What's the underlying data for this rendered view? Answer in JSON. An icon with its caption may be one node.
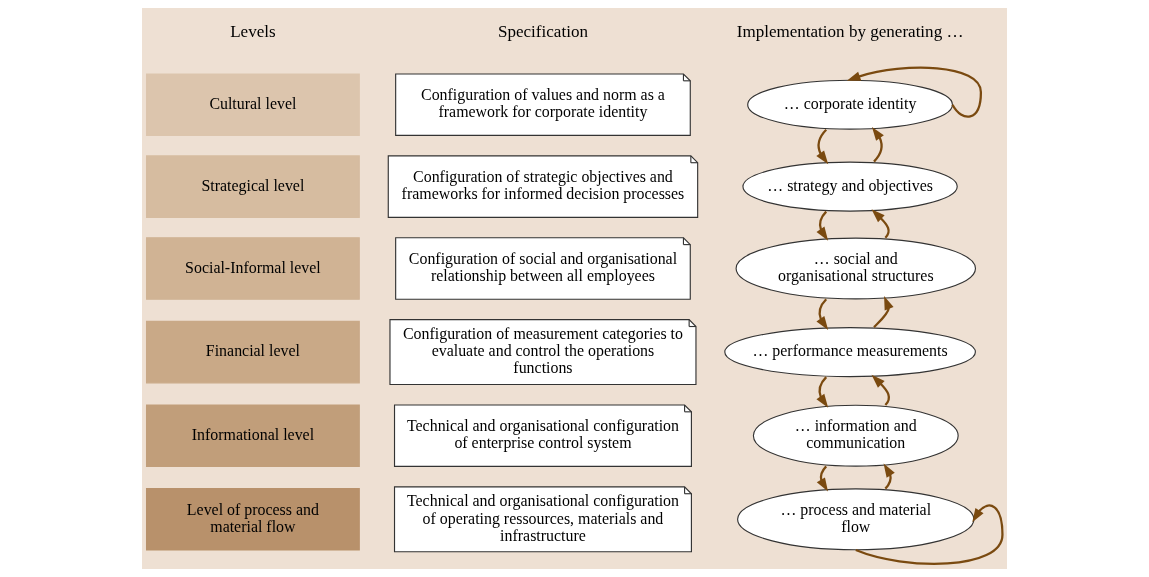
{
  "diagram": {
    "nodes": [
      {
        "text": [
          "Cultural level"
        ]
      },
      {
        "text": [
          "Configuration of values and norm as a framework for corporate identity"
        ]
      },
      {
        "text": [
          "… corporate identity"
        ]
      },
      {
        "text": [
          "Strategical level"
        ]
      },
      {
        "text": [
          "Configuration of strategic objectives and frameworks for informed decision processes"
        ]
      },
      {
        "text": [
          "… strategy and objectives"
        ]
      },
      {
        "text": [
          "Social-Informal level"
        ]
      },
      {
        "text": [
          "Configuration of social and organisational relationship between all employees"
        ]
      },
      {
        "text": [
          "… social and organisational structures"
        ]
      },
      {
        "text": [
          "Financial level"
        ]
      },
      {
        "text": [
          "Configuration of measurement categories to evaluate and control the operations functions"
        ]
      },
      {
        "text": [
          "… performance measurements"
        ]
      },
      {
        "text": [
          "Informational level"
        ]
      },
      {
        "text": [
          "Technical and organisational configuration of enterprise control system"
        ]
      },
      {
        "text": [
          "… information and communication"
        ]
      },
      {
        "text": [
          "Level of process and material flow"
        ]
      },
      {
        "text": [
          "Technical and organisational configuration of operating ressources, materials and infrastructure"
        ]
      },
      {
        "text": [
          "… process and material flow"
        ]
      }
    ],
    "edges": [
      {
        "from": 2,
        "to": 2,
        "arrow": "to"
      },
      {
        "from": 2,
        "to": 5,
        "arrow": "to"
      },
      {
        "from": 5,
        "to": 2,
        "arrow": "to"
      },
      {
        "from": 5,
        "to": 8,
        "arrow": "to"
      },
      {
        "from": 8,
        "to": 5,
        "arrow": "to"
      },
      {
        "from": 8,
        "to": 11,
        "arrow": "to"
      },
      {
        "from": 11,
        "to": 8,
        "arrow": "to"
      },
      {
        "from": 11,
        "to": 14,
        "arrow": "to"
      },
      {
        "from": 14,
        "to": 11,
        "arrow": "to"
      },
      {
        "from": 14,
        "to": 17,
        "arrow": "to"
      },
      {
        "from": 17,
        "to": 14,
        "arrow": "to"
      },
      {
        "from": 17,
        "to": 17,
        "arrow": "to"
      }
    ],
    "labels": [
      "Levels",
      "Specification",
      "Implementation by generating …"
    ]
  }
}
